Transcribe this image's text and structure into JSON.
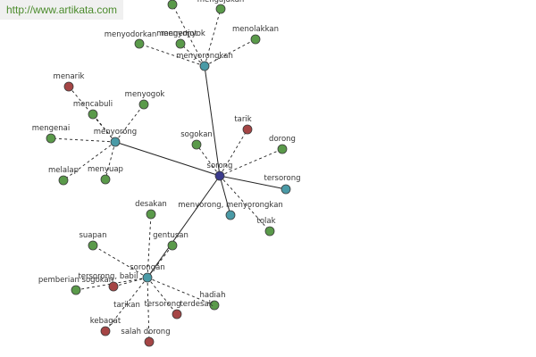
{
  "site_url": "http://www.artikata.com",
  "colors": {
    "center": "#3a3a8c",
    "hub": "#4a9aa6",
    "synonym": "#5a9a4a",
    "antonym": "#a54545",
    "edge": "#222222"
  },
  "nodes": [
    {
      "id": "sorong",
      "label": "sorong",
      "type": "center"
    },
    {
      "id": "menyorongkan",
      "label": "menyorongkan",
      "type": "hub"
    },
    {
      "id": "menyorong",
      "label": "menyorong",
      "type": "hub"
    },
    {
      "id": "sorongan",
      "label": "sorongan",
      "type": "hub"
    },
    {
      "id": "tersorong",
      "label": "tersorong",
      "type": "hub"
    },
    {
      "id": "menyorong_menyorongkan",
      "label": "menyorong, menyorongkan",
      "type": "hub"
    },
    {
      "id": "mengajukan",
      "label": "mengajukan",
      "type": "synonym"
    },
    {
      "id": "mengajukan_top",
      "label": "",
      "type": "synonym"
    },
    {
      "id": "menyodorkan",
      "label": "menyodorkan",
      "type": "synonym"
    },
    {
      "id": "mengenjot",
      "label": "mengenjot",
      "type": "synonym"
    },
    {
      "id": "menyonyok",
      "label": "menyonyok",
      "type": "synonym"
    },
    {
      "id": "menolakkan",
      "label": "menolakkan",
      "type": "synonym"
    },
    {
      "id": "menarik",
      "label": "menarik",
      "type": "antonym"
    },
    {
      "id": "mencabuli",
      "label": "mencabuli",
      "type": "synonym"
    },
    {
      "id": "menyogok",
      "label": "menyogok",
      "type": "synonym"
    },
    {
      "id": "mengenai",
      "label": "mengenai",
      "type": "synonym"
    },
    {
      "id": "melalap",
      "label": "melalap",
      "type": "synonym"
    },
    {
      "id": "menyuap",
      "label": "menyuap",
      "type": "synonym"
    },
    {
      "id": "sogokan",
      "label": "sogokan",
      "type": "synonym"
    },
    {
      "id": "tarik",
      "label": "tarik",
      "type": "antonym"
    },
    {
      "id": "dorong",
      "label": "dorong",
      "type": "synonym"
    },
    {
      "id": "tolak",
      "label": "tolak",
      "type": "synonym"
    },
    {
      "id": "desakan",
      "label": "desakan",
      "type": "synonym"
    },
    {
      "id": "suapan",
      "label": "suapan",
      "type": "synonym"
    },
    {
      "id": "gentusan",
      "label": "gentusan",
      "type": "synonym"
    },
    {
      "id": "tersorong_babil",
      "label": "tersorong, babil",
      "type": "antonym"
    },
    {
      "id": "pemberian_sogokan",
      "label": "pemberian sogokan",
      "type": "synonym"
    },
    {
      "id": "hadiah",
      "label": "hadiah",
      "type": "synonym"
    },
    {
      "id": "tarikan",
      "label": "tarikan",
      "type": "synonym"
    },
    {
      "id": "tersorong2",
      "label": "tersorong",
      "type": "synonym"
    },
    {
      "id": "terdesak",
      "label": "terdesak",
      "type": "antonym"
    },
    {
      "id": "kebagat",
      "label": "kebagat",
      "type": "antonym"
    },
    {
      "id": "salah_dorong",
      "label": "salah dorong",
      "type": "antonym"
    }
  ],
  "edges": [
    {
      "from": "sorong",
      "to": "menyorongkan",
      "style": "solid"
    },
    {
      "from": "sorong",
      "to": "menyorong",
      "style": "solid"
    },
    {
      "from": "sorong",
      "to": "sorongan",
      "style": "solid"
    },
    {
      "from": "sorong",
      "to": "tersorong",
      "style": "solid"
    },
    {
      "from": "sorong",
      "to": "menyorong_menyorongkan",
      "style": "solid"
    },
    {
      "from": "sorong",
      "to": "sogokan",
      "style": "dashed"
    },
    {
      "from": "sorong",
      "to": "tarik",
      "style": "dashed"
    },
    {
      "from": "sorong",
      "to": "dorong",
      "style": "dashed"
    },
    {
      "from": "sorong",
      "to": "tolak",
      "style": "dashed"
    },
    {
      "from": "menyorongkan",
      "to": "mengajukan",
      "style": "dashed"
    },
    {
      "from": "menyorongkan",
      "to": "mengajukan_top",
      "style": "dashed"
    },
    {
      "from": "menyorongkan",
      "to": "menyodorkan",
      "style": "dashed"
    },
    {
      "from": "menyorongkan",
      "to": "menyonyok",
      "style": "dashed"
    },
    {
      "from": "menyorongkan",
      "to": "menolakkan",
      "style": "dashed"
    },
    {
      "from": "menyorong",
      "to": "menarik",
      "style": "dashed"
    },
    {
      "from": "menyorong",
      "to": "mencabuli",
      "style": "dashed"
    },
    {
      "from": "menyorong",
      "to": "menyogok",
      "style": "dashed"
    },
    {
      "from": "menyorong",
      "to": "mengenai",
      "style": "dashed"
    },
    {
      "from": "menyorong",
      "to": "melalap",
      "style": "dashed"
    },
    {
      "from": "menyorong",
      "to": "menyuap",
      "style": "dashed"
    },
    {
      "from": "sorongan",
      "to": "desakan",
      "style": "dashed"
    },
    {
      "from": "sorongan",
      "to": "suapan",
      "style": "dashed"
    },
    {
      "from": "sorongan",
      "to": "gentusan",
      "style": "dashed"
    },
    {
      "from": "sorongan",
      "to": "tersorong_babil",
      "style": "dashed"
    },
    {
      "from": "sorongan",
      "to": "pemberian_sogokan",
      "style": "dashed"
    },
    {
      "from": "sorongan",
      "to": "hadiah",
      "style": "dashed"
    },
    {
      "from": "sorongan",
      "to": "terdesak",
      "style": "dashed"
    },
    {
      "from": "sorongan",
      "to": "kebagat",
      "style": "dashed"
    },
    {
      "from": "sorongan",
      "to": "salah_dorong",
      "style": "dashed"
    },
    {
      "from": "sorongan",
      "to": "tarikan",
      "style": "dashed"
    }
  ]
}
